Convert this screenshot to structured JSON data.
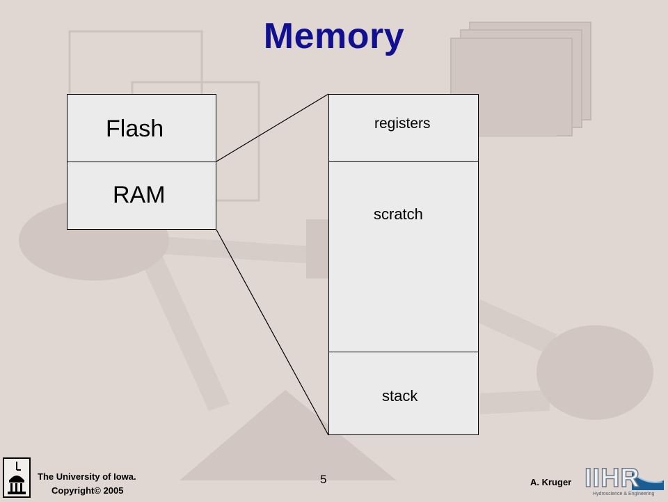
{
  "slide": {
    "title": "Memory"
  },
  "left_block": {
    "flash": "Flash",
    "ram": "RAM"
  },
  "right_block": {
    "registers": "registers",
    "scratch": "scratch",
    "stack": "stack"
  },
  "footer": {
    "university": "The University of Iowa.",
    "copyright": "Copyright© 2005",
    "page_number": "5",
    "author": "A. Kruger",
    "logo_text": "IIHR",
    "logo_subtitle": "Hydroscience & Engineering"
  },
  "colors": {
    "title": "#101090",
    "background": "#e0d6d2",
    "box_fill": "#ebebeb"
  }
}
